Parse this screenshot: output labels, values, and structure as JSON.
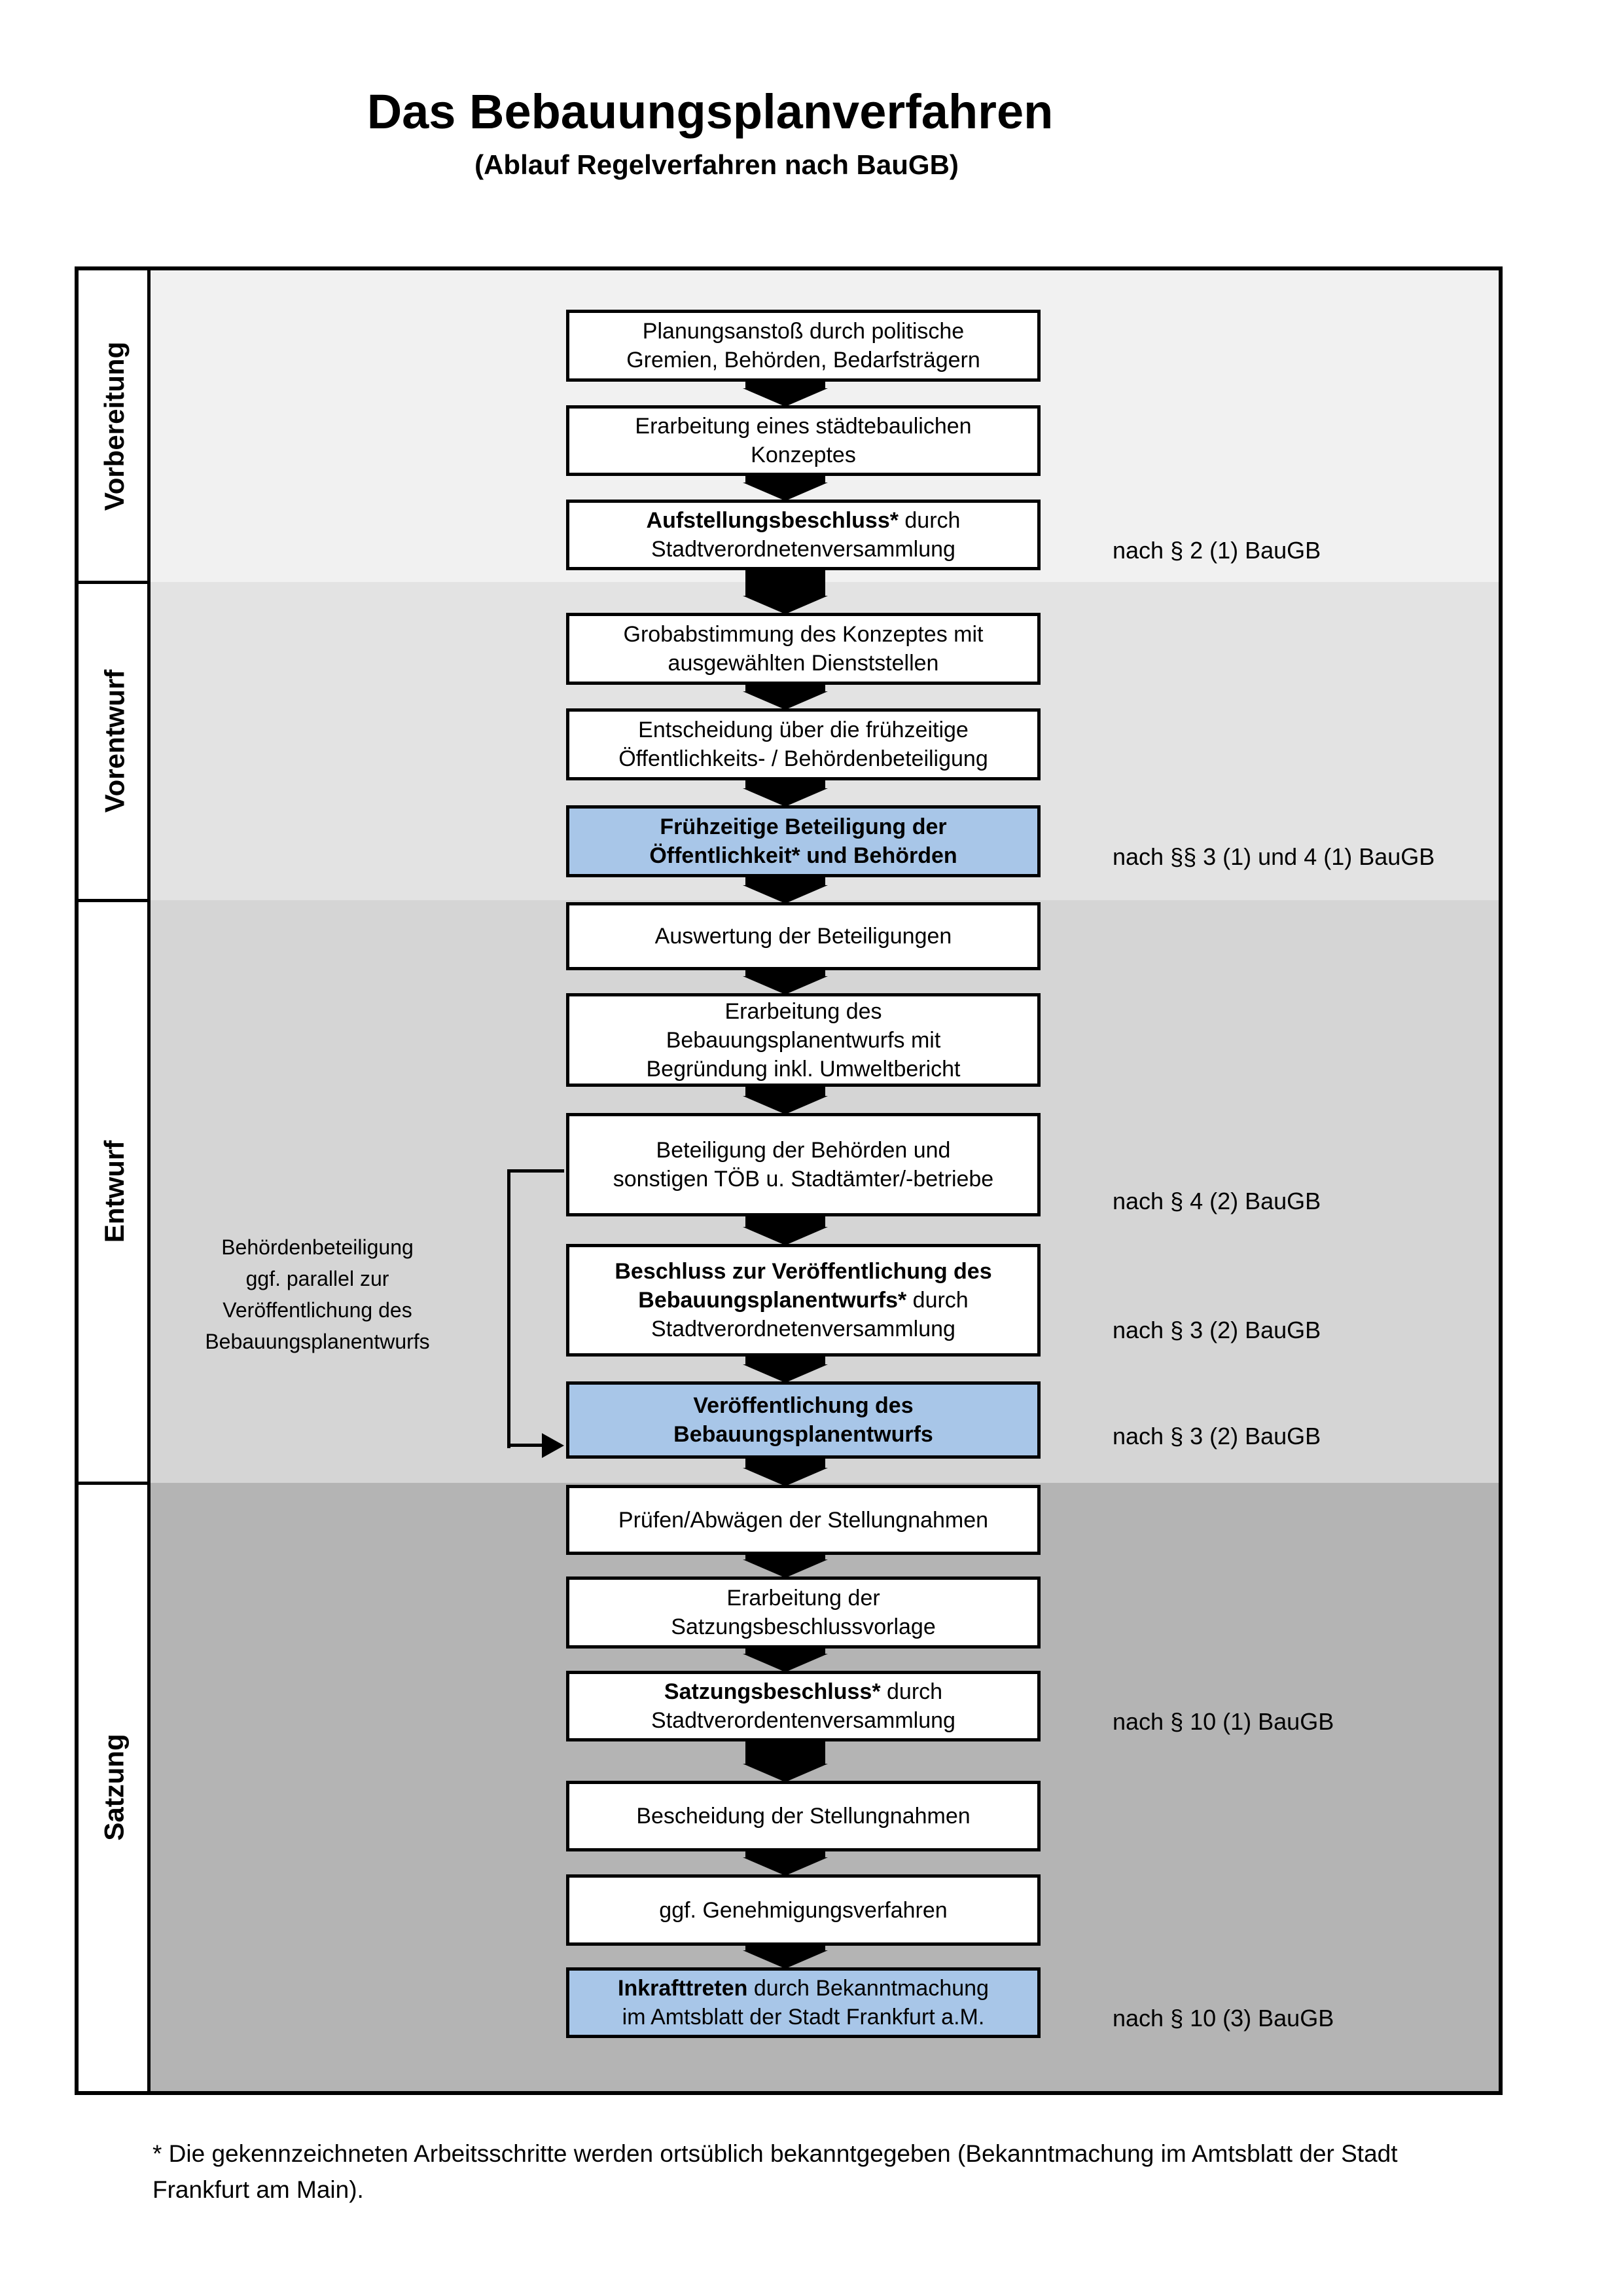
{
  "title": "Das Bebauungsplanverfahren",
  "subtitle": "(Ablauf Regelverfahren nach BauGB)",
  "phases": [
    "Vorbereitung",
    "Vorentwurf",
    "Entwurf",
    "Satzung"
  ],
  "boxes": {
    "b1": [
      "Planungsanstoß durch politische",
      "Gremien, Behörden, Bedarfsträgern"
    ],
    "b2": [
      "Erarbeitung eines städtebaulichen",
      "Konzeptes"
    ],
    "b3": [
      "Aufstellungsbeschluss*",
      " durch",
      "Stadtverordnetenversammlung"
    ],
    "b4": [
      "Grobabstimmung des Konzeptes mit",
      "ausgewählten Dienststellen"
    ],
    "b5": [
      "Entscheidung über die frühzeitige",
      "Öffentlichkeits- / Behördenbeteiligung"
    ],
    "b6": [
      "Frühzeitige Beteiligung der",
      "Öffentlichkeit* und Behörden"
    ],
    "b7": [
      "Auswertung der Beteiligungen"
    ],
    "b8": [
      "Erarbeitung des",
      "Bebauungsplanentwurfs mit",
      "Begründung inkl. Umweltbericht"
    ],
    "b9": [
      "Beteiligung der Behörden und",
      "sonstigen TÖB u. Stadtämter/-betriebe"
    ],
    "b10": [
      "Beschluss zur Veröffentlichung des",
      "Bebauungsplanentwurfs*",
      " durch",
      "Stadtverordnetenversammlung"
    ],
    "b11": [
      "Veröffentlichung des",
      "Bebauungsplanentwurfs"
    ],
    "b12": [
      "Prüfen/Abwägen der Stellungnahmen"
    ],
    "b13": [
      "Erarbeitung der",
      "Satzungsbeschlussvorlage"
    ],
    "b14": [
      "Satzungsbeschluss*",
      " durch",
      "Stadtverordentenversammlung"
    ],
    "b15": [
      "Bescheidung der Stellungnahmen"
    ],
    "b16": [
      "ggf. Genehmigungsverfahren"
    ],
    "b17": [
      "Inkrafttreten",
      " durch Bekanntmachung",
      "im Amtsblatt der Stadt Frankfurt a.M."
    ]
  },
  "annotations": [
    "nach § 2 (1) BauGB",
    "nach §§ 3 (1) und 4 (1) BauGB",
    "nach § 4 (2) BauGB",
    "nach § 3 (2) BauGB",
    "nach § 3 (2) BauGB",
    "nach § 10 (1) BauGB",
    "nach § 10 (3) BauGB"
  ],
  "side_note": [
    "Behördenbeteiligung",
    "ggf. parallel zur",
    "Veröffentlichung des",
    "Bebauungsplanentwurfs"
  ],
  "footnote": [
    "* Die gekennzeichneten Arbeitsschritte werden ortsüblich bekanntgegeben (Bekanntmachung im Amtsblatt  der Stadt",
    "Frankfurt am Main)."
  ],
  "colors": {
    "highlight_blue": "#a8c6e8",
    "section_vorbereitung": "#f1f1f1",
    "section_vorentwurf": "#e3e3e3",
    "section_entwurf": "#d5d5d5",
    "section_satzung": "#b4b4b4",
    "border": "#000000"
  }
}
